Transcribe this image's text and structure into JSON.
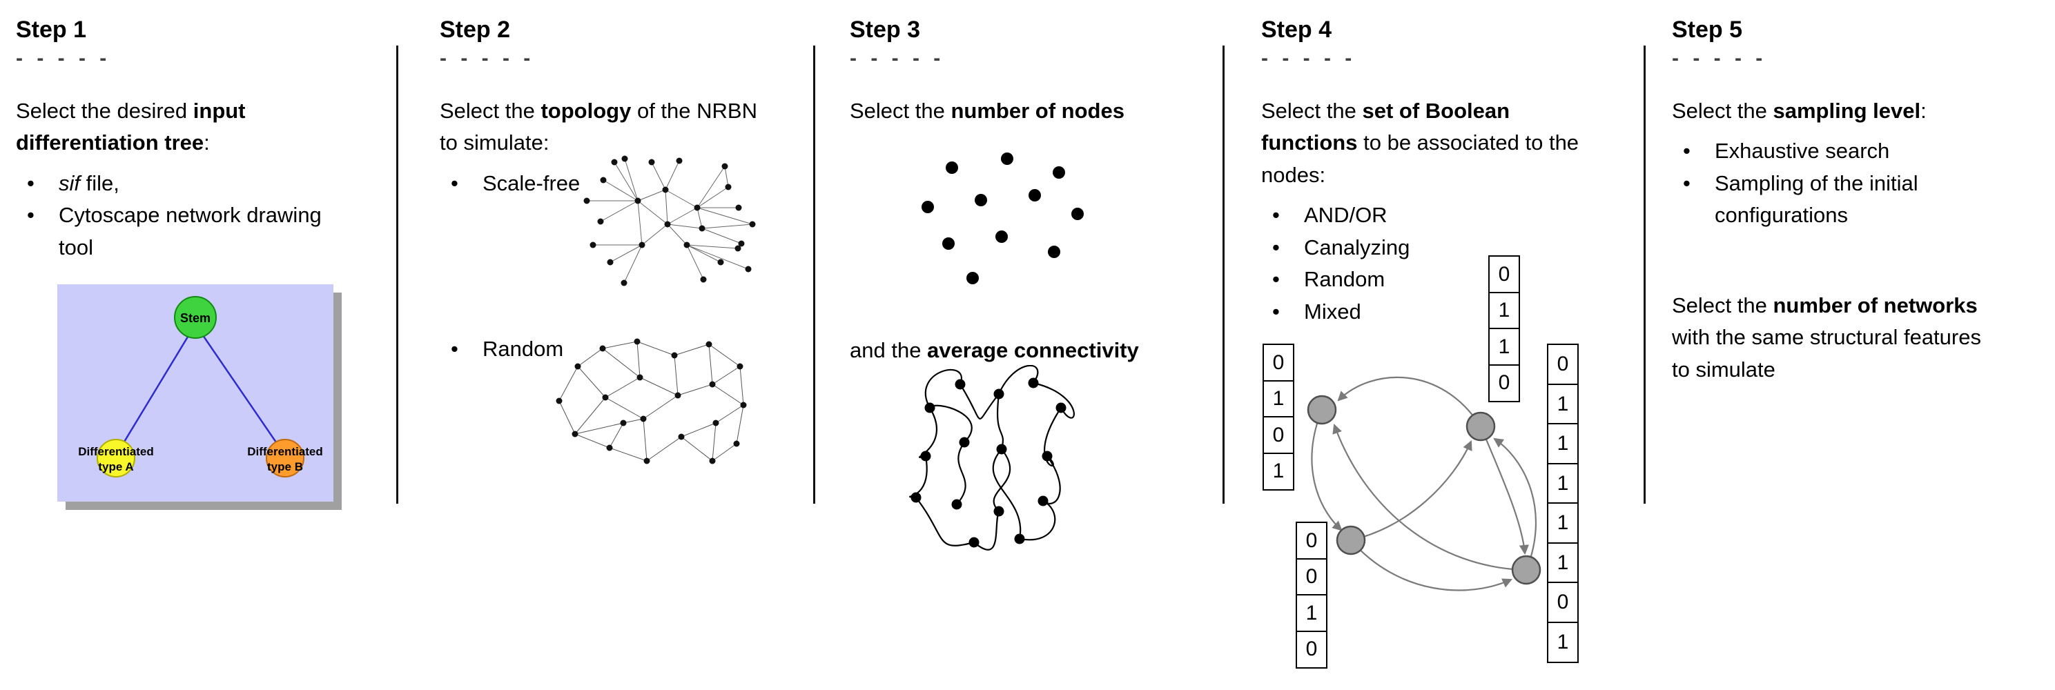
{
  "steps": [
    {
      "title": "Step 1",
      "dashes": "- - - - -",
      "intro": {
        "pre": "Select the desired ",
        "bold": "input differentiation tree",
        "post": ":"
      },
      "bullets": [
        {
          "italic": "sif",
          "post": " file,"
        },
        {
          "text": "Cytoscape network drawing tool"
        }
      ],
      "tree": {
        "root_label": "Stem",
        "left_label_line1": "Differentiated",
        "left_label_line2": "type A",
        "right_label_line1": "Differentiated",
        "right_label_line2": "type B",
        "colors": {
          "background": "#ccccfa",
          "root": "#3fd43f",
          "left": "#f7f72a",
          "right": "#ff9c2e",
          "edge": "#2b2bd0"
        }
      }
    },
    {
      "title": "Step 2",
      "dashes": "- - - - -",
      "intro": {
        "pre": "Select the ",
        "bold": "topology",
        "post": " of the NRBN to simulate:"
      },
      "bullets": [
        {
          "text": "Scale-free"
        },
        {
          "text": "Random"
        }
      ]
    },
    {
      "title": "Step 3",
      "dashes": "- - - - -",
      "intro": {
        "pre": "Select the ",
        "bold": "number of nodes",
        "post": ""
      },
      "mid_text": {
        "pre": "and the ",
        "bold": "average connectivity",
        "post": ""
      }
    },
    {
      "title": "Step 4",
      "dashes": "- - - - -",
      "intro": {
        "pre": "Select the ",
        "bold": "set of Boolean functions",
        "post": " to be associated to the nodes:"
      },
      "bullets": [
        {
          "text": "AND/OR"
        },
        {
          "text": "Canalyzing"
        },
        {
          "text": "Random"
        },
        {
          "text": "Mixed"
        }
      ],
      "truth_tables": {
        "left": [
          "0",
          "1",
          "0",
          "1"
        ],
        "top": [
          "0",
          "1",
          "1",
          "0"
        ],
        "bottom_left": [
          "0",
          "0",
          "1",
          "0"
        ],
        "right": [
          "0",
          "1",
          "1",
          "1",
          "1",
          "1",
          "0",
          "1"
        ]
      },
      "colors": {
        "node_fill": "#a3a3a3",
        "node_stroke": "#4f4f4f",
        "arrow": "#7a7a7a"
      }
    },
    {
      "title": "Step 5",
      "dashes": "- - - - -",
      "intro": {
        "pre": "Select the ",
        "bold": "sampling level",
        "post": ":"
      },
      "bullets": [
        {
          "text": "Exhaustive search"
        },
        {
          "text": "Sampling of the initial configurations"
        }
      ],
      "paragraph2": {
        "pre": "Select the ",
        "bold": "number of networks",
        "post": " with the same structural features to simulate"
      }
    }
  ]
}
